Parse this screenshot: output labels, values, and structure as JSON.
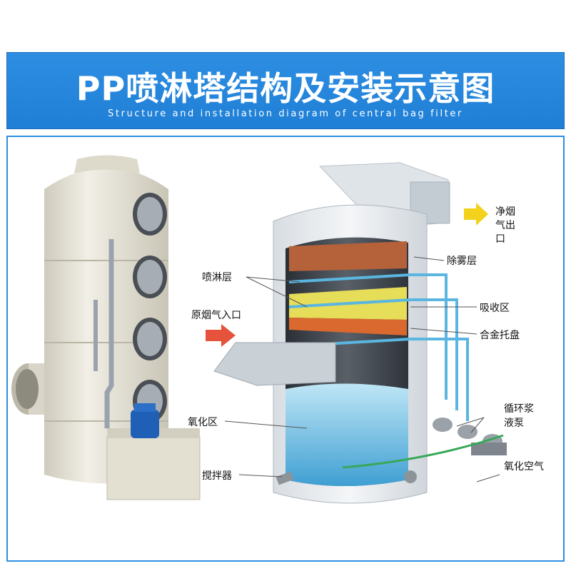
{
  "header": {
    "title": "PP喷淋塔结构及安装示意图",
    "subtitle": "Structure and installation diagram of central bag filter"
  },
  "labels": {
    "clean_outlet_line1": "净烟",
    "clean_outlet_line2": "气出",
    "clean_outlet_line3": "口",
    "demister": "除雾层",
    "spray_layer": "喷淋层",
    "absorption_zone": "吸收区",
    "raw_inlet": "原烟气入口",
    "alloy_tray": "合金托盘",
    "oxidation_zone": "氧化区",
    "pump_line1": "循环浆",
    "pump_line2": "液泵",
    "agitator": "搅拌器",
    "oxidation_air": "氧化空气"
  },
  "colors": {
    "banner_blue": "#2d8ee2",
    "tower_body": "#e9e6da",
    "pipe_blue": "#4aa9d8",
    "water": "#7cc8ea",
    "absorption_yellow": "#e8e060",
    "demister_orange": "#c06a3a",
    "arrow_yellow": "#f2d21b",
    "arrow_red": "#e5533d"
  }
}
